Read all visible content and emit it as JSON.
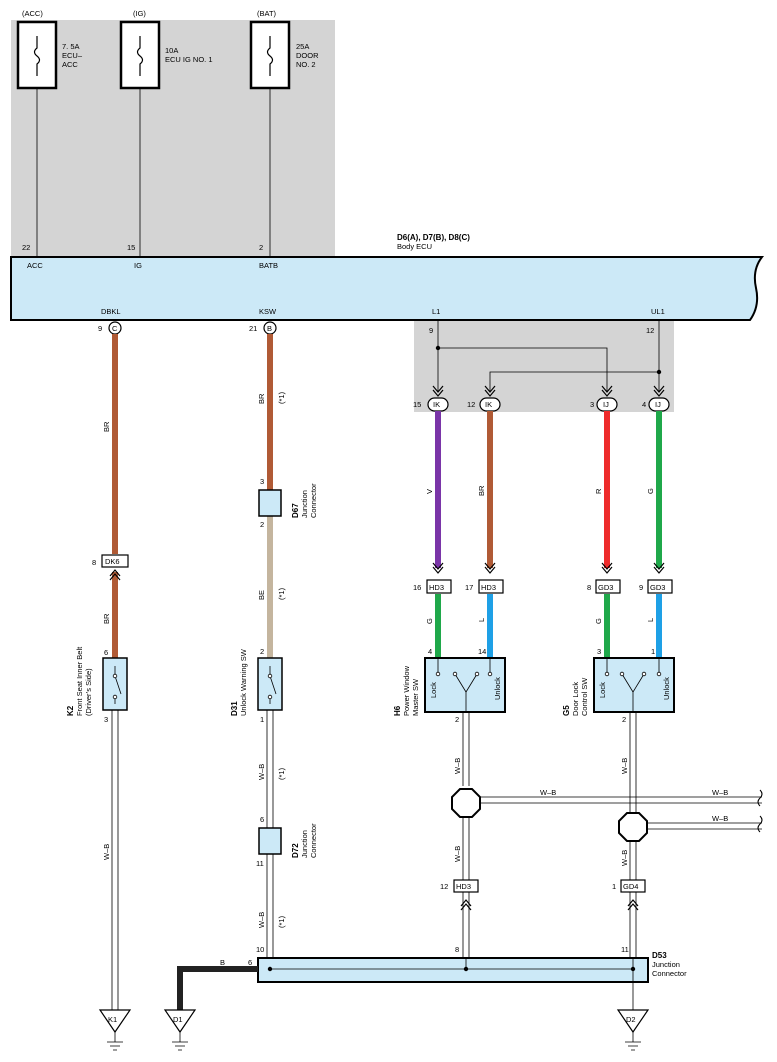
{
  "sources": [
    {
      "label": "(ACC)",
      "rating": "7. 5A",
      "name1": "ECU–",
      "name2": "ACC",
      "pin": "22",
      "terminal": "ACC"
    },
    {
      "label": "(IG)",
      "rating": "10A",
      "name1": "ECU IG NO. 1",
      "name2": "",
      "pin": "15",
      "terminal": "IG"
    },
    {
      "label": "(BAT)",
      "rating": "25A",
      "name1": "DOOR",
      "name2": "NO. 2",
      "pin": "2",
      "terminal": "BATB"
    }
  ],
  "ecu": {
    "title": "D6(A), D7(B), D8(C)",
    "name": "Body ECU"
  },
  "ecu_outputs": {
    "dbkl": {
      "terminal": "DBKL",
      "pin": "9",
      "connector": "C"
    },
    "ksw": {
      "terminal": "KSW",
      "pin": "21",
      "connector": "B"
    },
    "l1": {
      "terminal": "L1",
      "pin": "9"
    },
    "ul1": {
      "terminal": "UL1",
      "pin": "12"
    }
  },
  "ik_ij": [
    {
      "pin": "15",
      "conn": "IK"
    },
    {
      "pin": "12",
      "conn": "IK"
    },
    {
      "pin": "3",
      "conn": "IJ"
    },
    {
      "pin": "4",
      "conn": "IJ"
    }
  ],
  "wire_colors": {
    "BR": "#b05a35",
    "V": "#7a35a8",
    "R": "#ee2b2b",
    "G": "#1fa84a",
    "L": "#1ea0e6",
    "BE": "#c4b59e"
  },
  "wire_labels": {
    "br": "BR",
    "v": "V",
    "r": "R",
    "g": "G",
    "l": "L",
    "be": "BE",
    "wb": "W–B",
    "b": "B",
    "star1": "(*1)"
  },
  "connectors": {
    "dk6": {
      "pin": "8",
      "name": "DK6"
    },
    "hd3_16": {
      "pin": "16",
      "name": "HD3"
    },
    "hd3_17": {
      "pin": "17",
      "name": "HD3"
    },
    "gd3_8": {
      "pin": "8",
      "name": "GD3"
    },
    "gd3_9": {
      "pin": "9",
      "name": "GD3"
    },
    "hd3_12": {
      "pin": "12",
      "name": "HD3"
    },
    "gd4_1": {
      "pin": "1",
      "name": "GD4"
    }
  },
  "components": {
    "k2": {
      "id": "K2",
      "name1": "Front Seat Inner Belt",
      "name2": "(Driver’s Side)",
      "pin_top": "6",
      "pin_bottom": "3"
    },
    "d67": {
      "id": "D67",
      "name1": "Junction",
      "name2": "Connector",
      "pin_top": "3",
      "pin_bottom": "2"
    },
    "d31": {
      "id": "D31",
      "name1": "Unlock Warning SW",
      "pin_top": "2",
      "pin_bottom": "1"
    },
    "d72": {
      "id": "D72",
      "name1": "Junction",
      "name2": "Connector",
      "pin_top": "6",
      "pin_bottom": "11"
    },
    "h6": {
      "id": "H6",
      "name1": "Power Window",
      "name2": "Master SW",
      "lock": "Lock",
      "unlock": "Unlock",
      "pin_lock": "4",
      "pin_unlock": "14",
      "pin_bottom": "2"
    },
    "g5": {
      "id": "G5",
      "name1": "Door Lock",
      "name2": "Control SW",
      "lock": "Lock",
      "unlock": "Unlock",
      "pin_lock": "3",
      "pin_unlock": "1",
      "pin_bottom": "2"
    },
    "d53": {
      "id": "D53",
      "name1": "Junction",
      "name2": "Connector",
      "pin_a": "10",
      "pin_b": "6",
      "pin_c": "8",
      "pin_d": "11"
    }
  },
  "grounds": [
    "K1",
    "D1",
    "D2"
  ]
}
